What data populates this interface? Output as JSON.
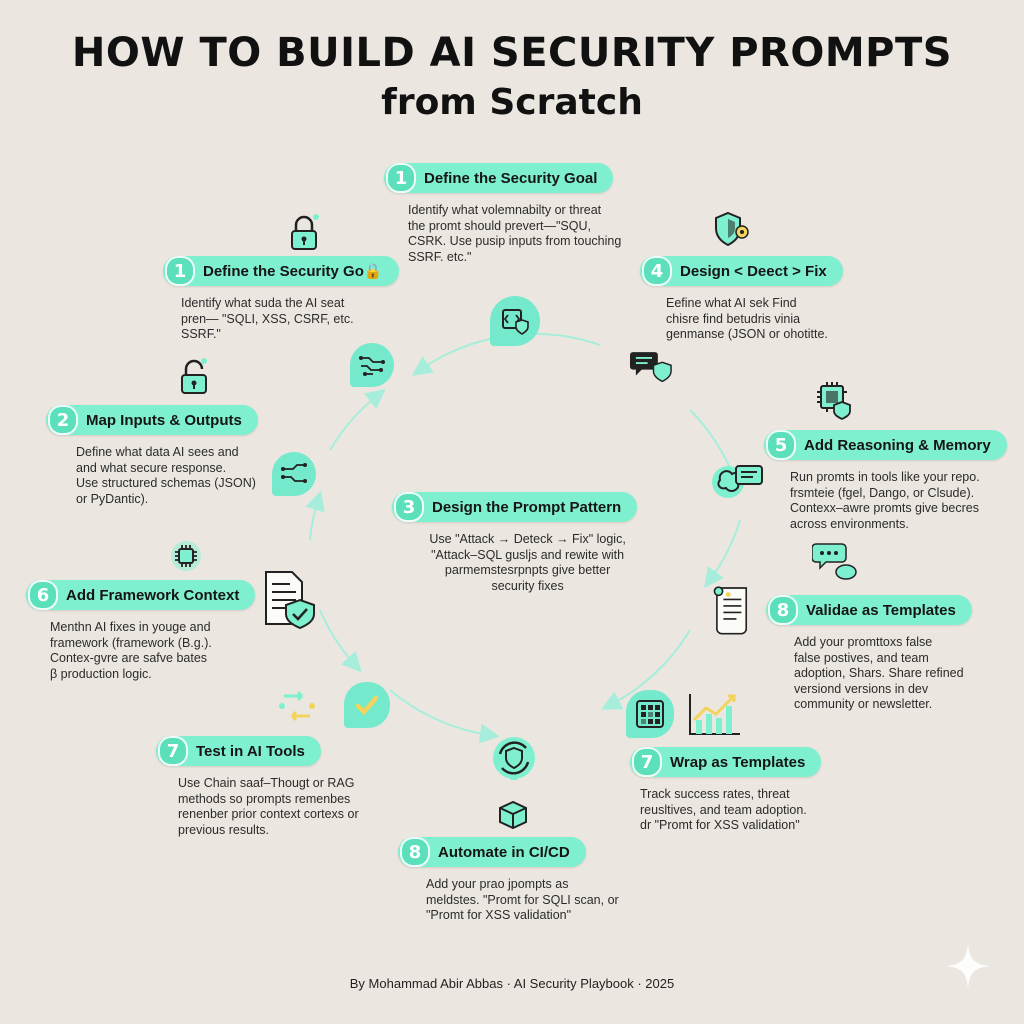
{
  "header": {
    "title": "HOW TO BUILD AI SECURITY PROMPTS",
    "subtitle": "from Scratch"
  },
  "steps": [
    {
      "num": "1",
      "label": "Define the Security Goal",
      "desc": "Identify what volemnabilty or threat\nthe promt should prevert—\"SQU,\nCSRK. Use pusip inputs from touching\nSSRF. etc.\""
    },
    {
      "num": "1",
      "label": "Define the Security Go🔒",
      "desc": "Identify what suda the AI seat\npre­n— \"SQLI, XSS, CSRF, etc.\nSSRF.\""
    },
    {
      "num": "4",
      "label": "Design < Deect > Fix",
      "desc": "Eefine what AI sek Find\nchisre find betudris vinia\ngenmanse (JSON or ohotitte."
    },
    {
      "num": "2",
      "label": "Map Inputs & Outputs",
      "desc": "Define what data AI sees and\nand what secure response.\nUse structured schemas (JSON)\nor PyDantic)."
    },
    {
      "num": "5",
      "label": "Add Reasoning & Memory",
      "desc": "Run promts in tools like your repo.\nfrsmteie (fgel, Dango, or Clsude).\nContexx–awre promts give becres\nacross environments."
    },
    {
      "num": "3",
      "label": "Design the Prompt Pattern",
      "desc": "Use \"Attack → Deteck → Fix\" logic,\n\"Attack–SQL gusljs and rewite with\nparmemstesrpnpts give better\nsecurity fixes"
    },
    {
      "num": "6",
      "label": "Add Framework Context",
      "desc": "Menthn AI fixes in youge and\nframework (framework (B.g.).\nContex-gvre are safve bates\nβ production logic."
    },
    {
      "num": "8",
      "label": "Validae as Templates",
      "desc": "Add your promttoxs false\nfalse postives, and team\nadoption, Shars. Share refined\nversiond versions in dev\ncommunity or newsletter."
    },
    {
      "num": "7",
      "label": "Test in AI Tools",
      "desc": "Use Chain saaf–Thougt or RAG\nmethods so prompts remenbes\nrenenber prior context cortexs or\nprevious results."
    },
    {
      "num": "7",
      "label": "Wrap as Templates",
      "desc": "Track success rates, threat\nreusltives, and team adoption.\ndr \"Promt for XSS validation\""
    },
    {
      "num": "8",
      "label": "Automate in CI/CD",
      "desc": "Add your prao jpompts as\nmeldstes. \"Promt for SQLI scan, or\n\"Promt for XSS validation\""
    }
  ],
  "icons": [
    "lock-icon",
    "shield-gear-icon",
    "open-lock-icon",
    "chip-shield-icon",
    "chip-icon",
    "chat-bubbles-icon",
    "circuit-icon",
    "code-shield-icon",
    "chat-shield-icon",
    "brain-chat-icon",
    "document-shield-icon",
    "checkmark-icon",
    "recycle-icon",
    "shield-cycle-icon",
    "grid-icon",
    "growth-chart-icon",
    "package-icon",
    "scroll-icon"
  ],
  "colors": {
    "accent": "#7ff0cf",
    "badge": "#5be0bb",
    "background": "#ebe7e0",
    "line": "#a6eedb"
  },
  "footer": {
    "credit": "By Mohammad Abir Abbas · AI Security Playbook · 2025"
  }
}
